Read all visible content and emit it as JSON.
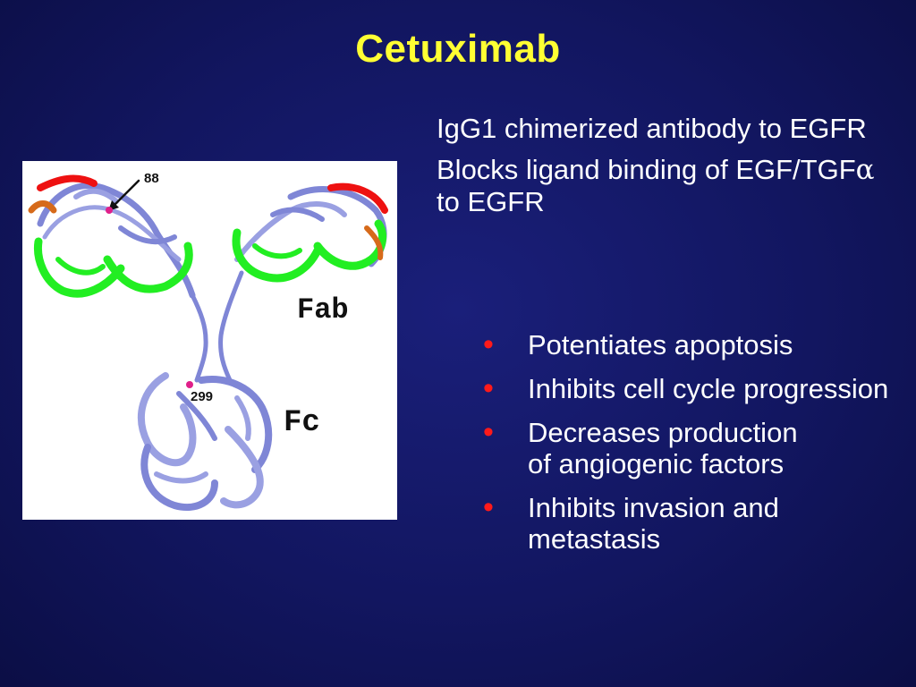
{
  "slide": {
    "title": "Cetuximab"
  },
  "figure": {
    "label_fab": "Fab",
    "label_fc": "Fc",
    "marker_88": "88",
    "marker_299": "299",
    "colors": {
      "backbone": "#7f86d6",
      "green": "#22ee22",
      "red": "#ee1111",
      "orange": "#d66a1a",
      "magenta": "#e0208a"
    }
  },
  "intro": {
    "line1": "IgG1 chimerized antibody to EGFR",
    "line2_pre": "Blocks ligand binding of EGF/TGF",
    "line2_alpha": "α",
    "line2_post": " to EGFR"
  },
  "bullets": [
    "Potentiates apoptosis",
    "Inhibits cell cycle progression",
    "Decreases production",
    "of angiogenic factors",
    "Inhibits invasion and metastasis"
  ],
  "bullet_glyph": "•"
}
